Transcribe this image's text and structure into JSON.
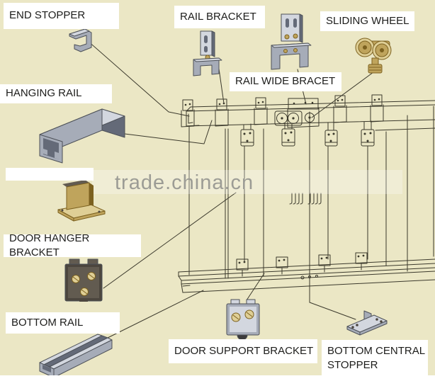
{
  "diagram": {
    "watermark_text": "trade.china.cn",
    "labels": [
      {
        "id": "end-stopper",
        "text": "END STOPPER"
      },
      {
        "id": "rail-bracket",
        "text": "RAIL BRACKET"
      },
      {
        "id": "sliding-wheel",
        "text": "SLIDING WHEEL"
      },
      {
        "id": "rail-wide-bracet",
        "text": "RAIL WIDE BRACET"
      },
      {
        "id": "hanging-rail",
        "text": "HANGING RAIL"
      },
      {
        "id": "door-hanger-bracket",
        "text": "DOOR HANGER BRACKET"
      },
      {
        "id": "bottom-rail",
        "text": "BOTTOM RAIL"
      },
      {
        "id": "door-support-bracket",
        "text": "DOOR SUPPORT BRACKET"
      },
      {
        "id": "bottom-central-stopper",
        "text": "BOTTOM CENTRAL STOPPER"
      }
    ],
    "colors": {
      "background": "#ebe7c5",
      "label_bg": "#ffffff",
      "label_text": "#1d1d1b",
      "watermark": "#9c9c95",
      "line": "#3b392c",
      "metal_light": "#d3d7df",
      "metal_mid": "#a6acb8",
      "metal_dark": "#646a78",
      "metal_outline": "#4d5158",
      "brass_light": "#dfcf96",
      "brass_mid": "#bfa45c",
      "brass_dark": "#7c611f",
      "body_dark": "#4c463e",
      "body_mid": "#625b50",
      "wheel_dark": "#3c3c3c"
    }
  }
}
